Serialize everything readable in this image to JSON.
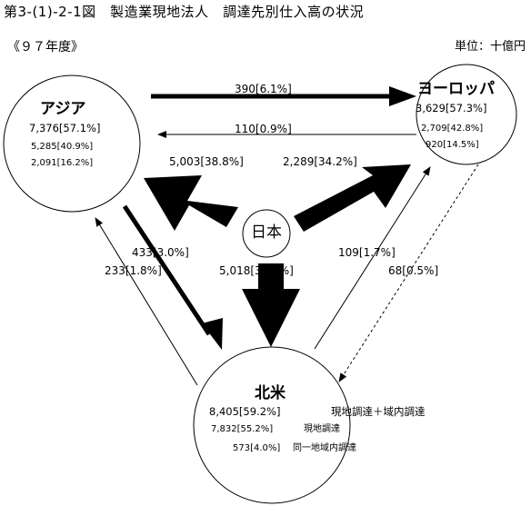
{
  "header": {
    "title": "第3-(1)-2-1図　製造業現地法人　調達先別仕入高の状況",
    "year": "《９７年度》",
    "unit": "単位：十億円"
  },
  "regions": {
    "asia": {
      "name": "アジア",
      "total": "7,376[57.1%]",
      "local": "5,285[40.9%]",
      "intra": "2,091[16.2%]"
    },
    "europe": {
      "name": "ヨーロッパ",
      "total": "3,629[57.3%]",
      "local": "2,709[42.8%]",
      "intra": "920[14.5%]"
    },
    "north_america": {
      "name": "北米",
      "total": "8,405[59.2%]",
      "total_note": "現地調達＋域内調達",
      "local": "7,832[55.2%]",
      "local_note": "現地調達",
      "intra": "573[4.0%]",
      "intra_note": "同一地域内調達"
    },
    "japan": {
      "name": "日本"
    }
  },
  "flows": {
    "asia_to_europe": "390[6.1%]",
    "europe_to_asia": "110[0.9%]",
    "japan_to_asia": "5,003[38.8%]",
    "japan_to_europe": "2,289[34.2%]",
    "asia_to_na": "433[3.0%]",
    "na_to_asia": "233[1.8%]",
    "japan_to_na": "5,018[38.0%]",
    "na_to_europe": "109[1.7%]",
    "europe_to_na": "68[0.5%]"
  }
}
